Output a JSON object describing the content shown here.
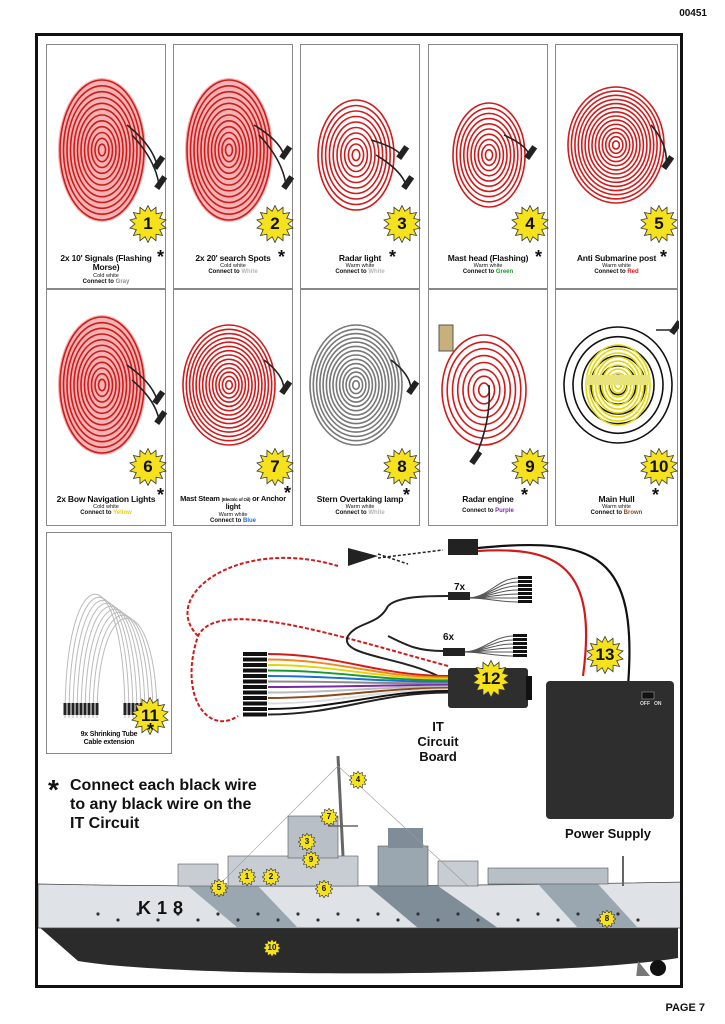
{
  "doc_code": "00451",
  "page_label": "PAGE 7",
  "colors": {
    "red_wire": "#d31a1a",
    "badge_yellow": "#f6e21c",
    "box_dark": "#2e2e2e",
    "hull_light": "#dfe3e8",
    "hull_dark": "#2b2b2b"
  },
  "cards": [
    {
      "num": "1",
      "title": "2x 10' Signals (Flashing Morse)",
      "warmth": "Cold white",
      "connect": "Connect to",
      "color_word": "Gray",
      "color_hex": "#8a8a8a"
    },
    {
      "num": "2",
      "title": "2x 20' search Spots",
      "warmth": "Cold white",
      "connect": "Connect to",
      "color_word": "White",
      "color_hex": "#bdbdbd"
    },
    {
      "num": "3",
      "title": "Radar light",
      "warmth": "Warm white",
      "connect": "Connect to",
      "color_word": "White",
      "color_hex": "#bdbdbd"
    },
    {
      "num": "4",
      "title": "Mast head (Flashing)",
      "warmth": "Warm white",
      "connect": "Connect to",
      "color_word": "Green",
      "color_hex": "#1a9a2e"
    },
    {
      "num": "5",
      "title": "Anti Submarine post",
      "warmth": "Warm white",
      "connect": "Connect to",
      "color_word": "Red",
      "color_hex": "#d31a1a"
    },
    {
      "num": "6",
      "title": "2x Bow Navigation Lights",
      "warmth": "Cold white",
      "connect": "Connect to",
      "color_word": "Yellow",
      "color_hex": "#e6d20c"
    },
    {
      "num": "7",
      "title": "Mast Steam",
      "title_small": "(Electric of Oil)",
      "title_end": "or Anchor light",
      "warmth": "Warm white",
      "connect": "Connect to",
      "color_word": "Blue",
      "color_hex": "#1a6fd3"
    },
    {
      "num": "8",
      "title": "Stern Overtaking lamp",
      "warmth": "Warm white",
      "connect": "Connect to",
      "color_word": "White",
      "color_hex": "#bdbdbd"
    },
    {
      "num": "9",
      "title": "Radar engine",
      "warmth": "",
      "connect": "Connect to",
      "color_word": "Purple",
      "color_hex": "#7a2aa6"
    },
    {
      "num": "10",
      "title": "Main Hull",
      "warmth": "Warm white",
      "connect": "Connect to",
      "color_word": "Brown",
      "color_hex": "#8b4a1e"
    }
  ],
  "cable": {
    "num": "11",
    "title": "9x Shrinking Tube",
    "subtitle": "Cable extension"
  },
  "board": {
    "num": "12",
    "label_line1": "IT",
    "label_line2": "Circuit Board"
  },
  "power": {
    "num": "13",
    "label": "Power Supply",
    "switch_off": "OFF",
    "switch_on": "ON"
  },
  "harness": {
    "group_a": "7x",
    "group_b": "6x"
  },
  "note": {
    "star": "*",
    "line1": "Connect each black wire",
    "line2": "to any black wire on the",
    "line3": "IT Circuit"
  },
  "ship": {
    "hull_code": "K18",
    "markers": [
      "1",
      "2",
      "3",
      "4",
      "5",
      "6",
      "7",
      "8",
      "9",
      "10"
    ]
  },
  "asterisk": "*"
}
